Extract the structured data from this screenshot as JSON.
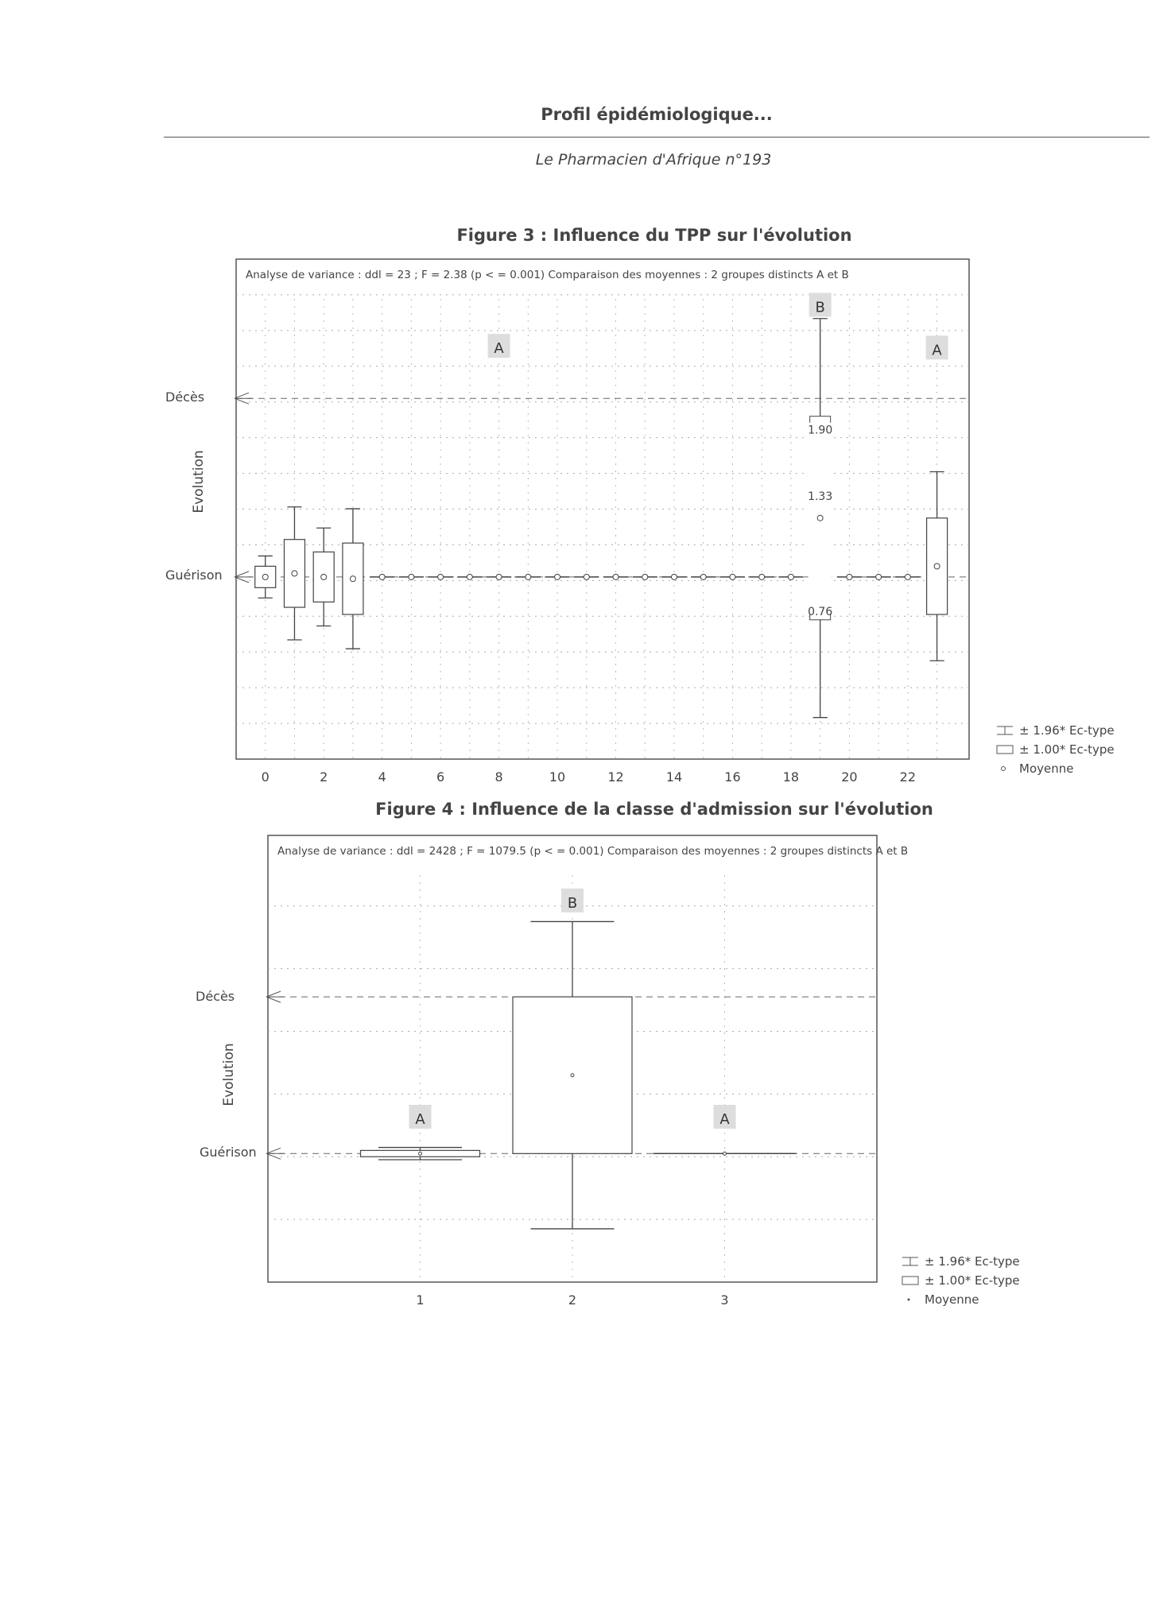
{
  "header": {
    "title": "Profil épidémiologique...",
    "journal": "Le Pharmacien d'Afrique n°193"
  },
  "legend": {
    "whisker": "± 1.96* Ec-type",
    "box": "± 1.00* Ec-type",
    "mean": "Moyenne"
  },
  "chart_data": [
    {
      "type": "boxplot",
      "title": "Figure 3  : Influence du TPP sur l'évolution",
      "annotation": "Analyse de variance : ddl = 23 ; F = 2.38 (p < = 0.001)   Comparaison des moyennes : 2 groupes distincts A et B",
      "xlabel": "",
      "ylabel": "Evolution",
      "y_categories": [
        {
          "label": "Décès",
          "value": 2
        },
        {
          "label": "Guérison",
          "value": 1
        }
      ],
      "xlim": [
        -1,
        24.1
      ],
      "ylim": [
        -0.02,
        2.78
      ],
      "xticks": [
        0,
        2,
        4,
        6,
        8,
        10,
        12,
        14,
        16,
        18,
        20,
        22
      ],
      "xtick_labels": [
        "0",
        "2",
        "4",
        "6",
        "8",
        "10",
        "12",
        "14",
        "16",
        "18",
        "20",
        "22"
      ],
      "groups": [
        {
          "x": 0,
          "mean": 1.0,
          "sd": 0.06
        },
        {
          "x": 1,
          "mean": 1.02,
          "sd": 0.19
        },
        {
          "x": 2,
          "mean": 1.0,
          "sd": 0.14
        },
        {
          "x": 3,
          "mean": 0.99,
          "sd": 0.2
        },
        {
          "x": 4,
          "mean": 1.0,
          "sd": 0
        },
        {
          "x": 5,
          "mean": 1.0,
          "sd": 0
        },
        {
          "x": 6,
          "mean": 1.0,
          "sd": 0
        },
        {
          "x": 7,
          "mean": 1.0,
          "sd": 0
        },
        {
          "x": 8,
          "mean": 1.0,
          "sd": 0
        },
        {
          "x": 9,
          "mean": 1.0,
          "sd": 0
        },
        {
          "x": 10,
          "mean": 1.0,
          "sd": 0
        },
        {
          "x": 11,
          "mean": 1.0,
          "sd": 0
        },
        {
          "x": 12,
          "mean": 1.0,
          "sd": 0
        },
        {
          "x": 13,
          "mean": 1.0,
          "sd": 0
        },
        {
          "x": 14,
          "mean": 1.0,
          "sd": 0
        },
        {
          "x": 15,
          "mean": 1.0,
          "sd": 0
        },
        {
          "x": 16,
          "mean": 1.0,
          "sd": 0
        },
        {
          "x": 17,
          "mean": 1.0,
          "sd": 0
        },
        {
          "x": 18,
          "mean": 1.0,
          "sd": 0
        },
        {
          "x": 19,
          "mean": 1.33,
          "sd": 0.57,
          "labels": [
            "1.90",
            "1.33",
            "0.76"
          ]
        },
        {
          "x": 20,
          "mean": 1.0,
          "sd": 0
        },
        {
          "x": 21,
          "mean": 1.0,
          "sd": 0
        },
        {
          "x": 22,
          "mean": 1.0,
          "sd": 0
        },
        {
          "x": 23,
          "mean": 1.06,
          "sd": 0.27
        }
      ],
      "group_letters": [
        {
          "x": 8,
          "y": 2.29,
          "label": "A"
        },
        {
          "x": 19,
          "y": 2.52,
          "label": "B"
        },
        {
          "x": 23,
          "y": 2.28,
          "label": "A"
        }
      ],
      "grid": true
    },
    {
      "type": "boxplot",
      "title": "Figure 4 : Influence de la classe d'admission sur l'évolution",
      "annotation": "Analyse de variance : ddl = 2428 ; F = 1079.5 (p < = 0.001)   Comparaison des moyennes : 2 groupes distincts A et B",
      "xlabel": "",
      "ylabel": "Evolution",
      "y_categories": [
        {
          "label": "Décès",
          "value": 2
        },
        {
          "label": "Guérison",
          "value": 1
        }
      ],
      "xlim": [
        0,
        4
      ],
      "ylim": [
        0.18,
        3.03
      ],
      "xticks": [
        1,
        2,
        3
      ],
      "xtick_labels": [
        "1",
        "2",
        "3"
      ],
      "groups": [
        {
          "x": 1,
          "mean": 1.0,
          "sd": 0.02
        },
        {
          "x": 2,
          "mean": 1.5,
          "sd": 0.5
        },
        {
          "x": 3,
          "mean": 1.0,
          "sd": 0.0
        }
      ],
      "group_letters": [
        {
          "x": 1,
          "y": 1.23,
          "label": "A"
        },
        {
          "x": 2,
          "y": 2.61,
          "label": "B"
        },
        {
          "x": 3,
          "y": 1.23,
          "label": "A"
        }
      ],
      "grid": true
    }
  ]
}
